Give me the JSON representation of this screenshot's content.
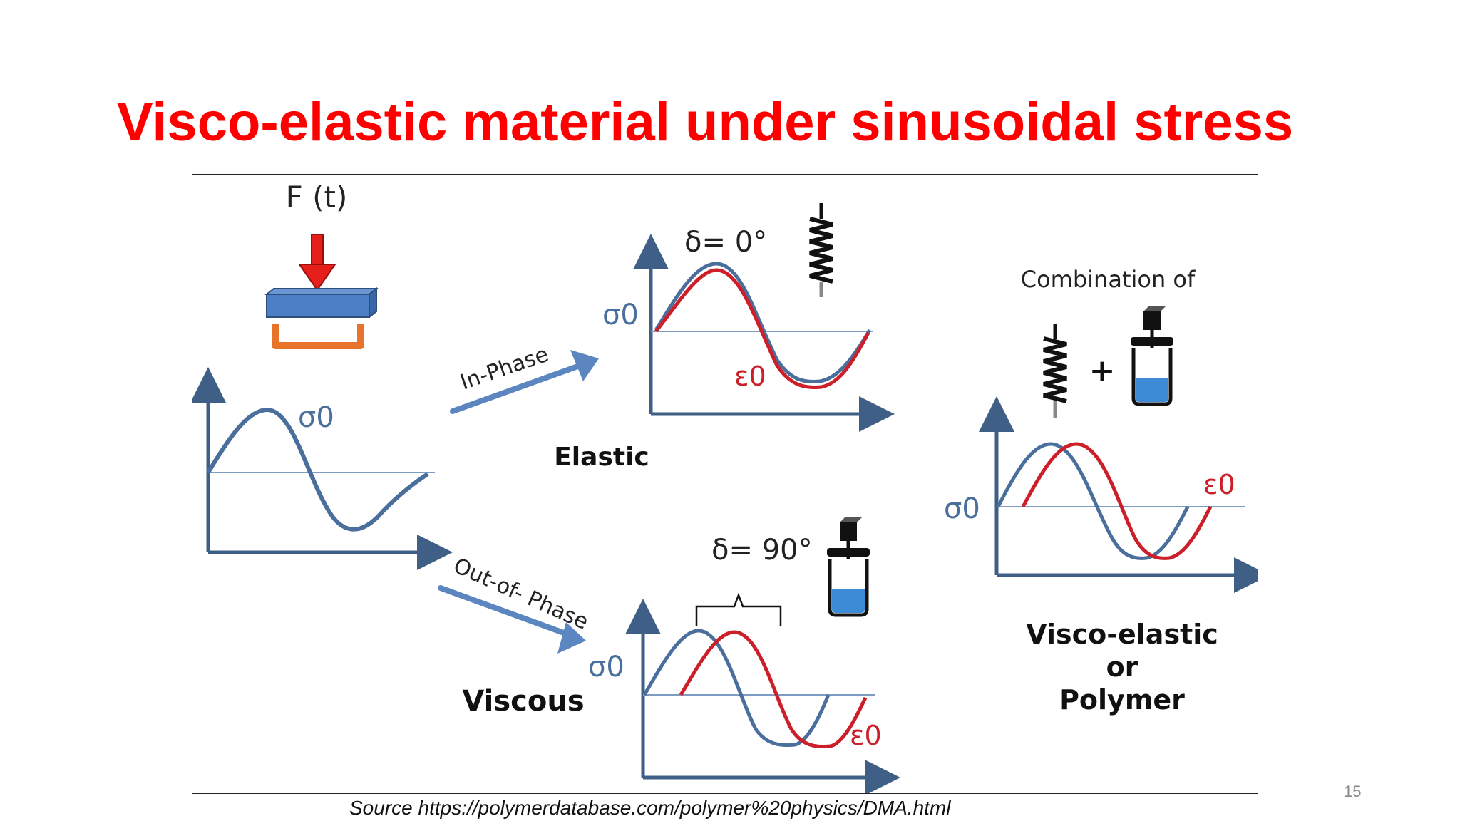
{
  "slide": {
    "title": "Visco-elastic material under sinusoidal stress",
    "source": "Source https://polymerdatabase.com/polymer%20physics/DMA.html",
    "page_number": "15"
  },
  "figure": {
    "force_label": "F (t)",
    "input_sigma": "σ0",
    "in_phase_label": "In-Phase",
    "out_of_phase_label": "Out-of- Phase",
    "elastic": {
      "delta": "δ= 0°",
      "sigma": "σ0",
      "epsilon": "ε0",
      "label": "Elastic"
    },
    "viscous": {
      "delta": "δ= 90°",
      "sigma": "σ0",
      "epsilon": "ε0",
      "label": "Viscous"
    },
    "viscoelastic": {
      "combination": "Combination of",
      "plus": "+",
      "sigma": "σ0",
      "epsilon": "ε0",
      "label_line1": "Visco-elastic",
      "label_line2": "or",
      "label_line3": "Polymer"
    },
    "colors": {
      "stress": "#4a6f9c",
      "strain": "#cc1f2a",
      "arrow": "#5b86c0",
      "force": "#e5201a",
      "plate": "#4d7fc4",
      "support": "#e8742b",
      "fluid": "#3d8ad6"
    }
  }
}
